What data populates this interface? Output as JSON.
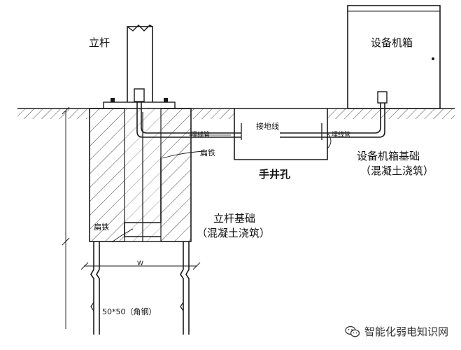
{
  "labels": {
    "pole": "立杆",
    "cabinet": "设备机箱",
    "grounding_wire": "接地线",
    "flat_iron_upper": "扁铁",
    "flat_iron_lower": "扁铁",
    "hand_well": "手井孔",
    "conduit_left": "埋线管",
    "conduit_right": "埋线管",
    "cabinet_foundation": "设备机箱基础",
    "cabinet_foundation_note": "（混凝土浇筑）",
    "pole_foundation": "立杆基础",
    "pole_foundation_note": "（混凝土浇筑）",
    "angle_steel": "50*50（角钢）",
    "dim_mark": "W"
  },
  "watermark": {
    "text": "智能化弱电知识网",
    "icon": "wechat-icon"
  },
  "colors": {
    "line": "#1a1a1a",
    "hatch": "#333333"
  }
}
